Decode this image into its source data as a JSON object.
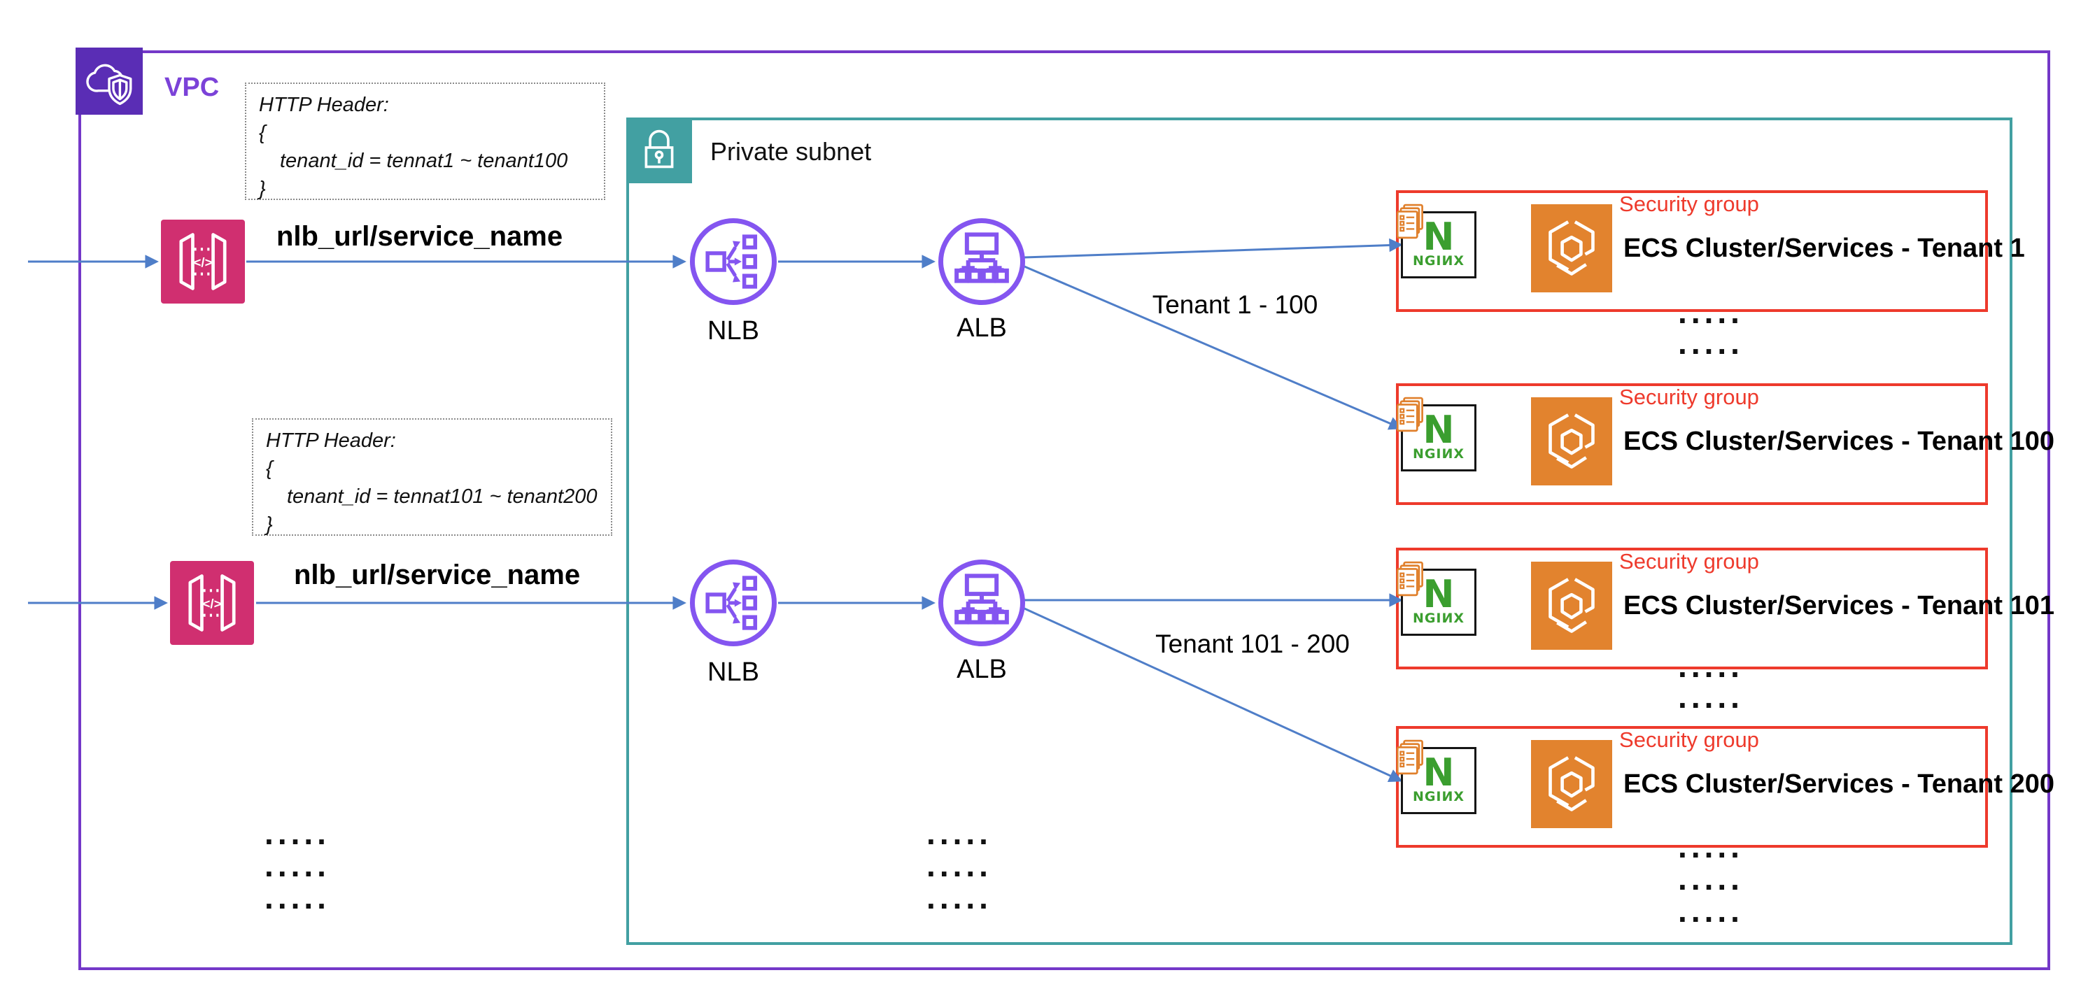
{
  "diagram": {
    "vpc_label": "VPC",
    "subnet_label": "Private subnet",
    "ellipsis": "....."
  },
  "http_headers": [
    {
      "title": "HTTP Header:",
      "brace_open": "{",
      "body": "tenant_id = tennat1 ~  tenant100",
      "brace_close": "}"
    },
    {
      "title": "HTTP Header:",
      "brace_open": "{",
      "body": "tenant_id = tennat101 ~  tenant200",
      "brace_close": "}"
    }
  ],
  "flows": [
    {
      "url": "nlb_url/service_name",
      "nlb_label": "NLB",
      "alb_label": "ALB",
      "tenant_range": "Tenant 1 - 100"
    },
    {
      "url": "nlb_url/service_name",
      "nlb_label": "NLB",
      "alb_label": "ALB",
      "tenant_range": "Tenant 101 - 200"
    }
  ],
  "security_groups": [
    {
      "title": "Security group",
      "label": "ECS Cluster/Services - Tenant 1"
    },
    {
      "title": "Security group",
      "label": "ECS Cluster/Services - Tenant 100"
    },
    {
      "title": "Security group",
      "label": "ECS Cluster/Services - Tenant 101"
    },
    {
      "title": "Security group",
      "label": "ECS Cluster/Services - Tenant 200"
    }
  ],
  "nginx": {
    "letter": "N",
    "wordmark": "NGIИX"
  },
  "api_gateway": {
    "glyph": "</>"
  },
  "colors": {
    "vpc_purple": "#7438c8",
    "subnet_teal": "#42a0a2",
    "sg_red": "#ee3a2c",
    "arrow_blue": "#4f7ec8",
    "apigw_pink": "#d02f70",
    "lb_purple": "#8455f0",
    "nginx_green": "#3b9e2f",
    "ecs_orange": "#e2832e",
    "config_orange": "#e0802c"
  }
}
